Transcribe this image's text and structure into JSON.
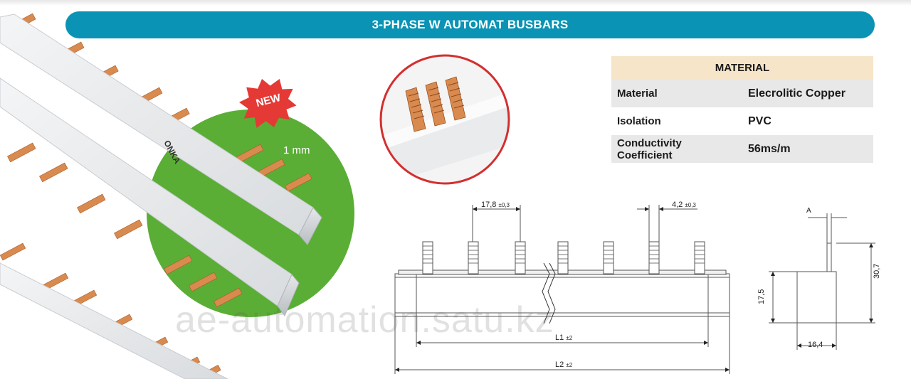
{
  "banner": {
    "title": "3-PHASE W AUTOMAT BUSBARS"
  },
  "photo": {
    "badge": "NEW",
    "thickness_label": "1 mm"
  },
  "material_table": {
    "header": "MATERIAL",
    "rows": [
      {
        "key": "Material",
        "value": "Elecrolitic Copper"
      },
      {
        "key": "Isolation",
        "value": "PVC"
      },
      {
        "key": "Conductivity Coefficient",
        "value": "56ms/m"
      }
    ]
  },
  "drawing": {
    "pitch": "17,8",
    "pitch_tol": "±0,3",
    "pin_width": "4,2",
    "pin_width_tol": "±0,3",
    "l1": "L1",
    "l1_tol": "±2",
    "l2": "L2",
    "l2_tol": "±2",
    "side_a": "A",
    "side_height_total": "30,7",
    "side_height_body": "17,5",
    "side_width": "16,4"
  },
  "watermark": "ae-automation.satu.kz",
  "colors": {
    "banner": "#0a93b4",
    "table_header": "#f6e5c8",
    "row_shade": "#e8e8e8",
    "badge": "#e53935",
    "circle": "#5aae35",
    "copper": "#d98a4f"
  }
}
